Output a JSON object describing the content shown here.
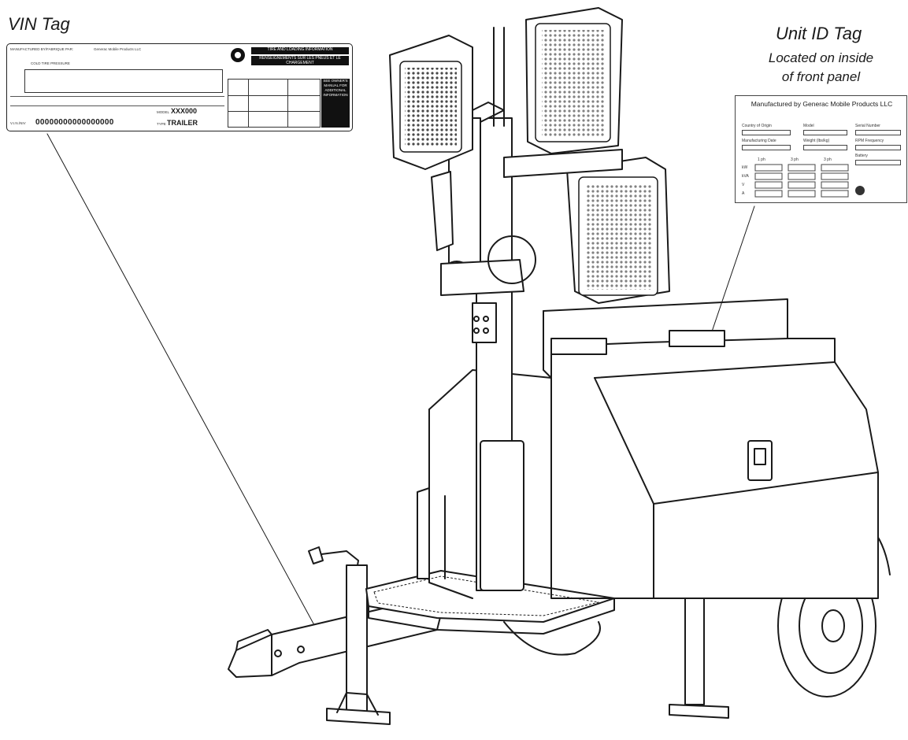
{
  "vin_tag": {
    "title": "VIN Tag",
    "header_left_line1": "MANUFACTURED BY/FABRIQUE PAR:",
    "manufacturer": "Generac Mobile Products LLC",
    "dark_header": "TIRE AND LOADING INFORMATION",
    "dark_sub": "RENSEIGNEMENTS SUR LES PNEUS ET LE CHARGEMENT",
    "tire_label_right": "SEE OWNER'S MANUAL FOR ADDITIONAL INFORMATION",
    "cold_label": "COLD TIRE PRESSURE",
    "model_label": "MODEL",
    "model_value": "XXX000",
    "type_label": "TYPE",
    "type_value": "TRAILER",
    "vin_label": "V.I.N./NIV",
    "vin_value": "00000000000000000"
  },
  "unit_id_tag": {
    "title_line1": "Unit ID Tag",
    "title_line2": "Located on inside",
    "title_line3": "of front panel",
    "manufacturer": "Manufactured by Generac Mobile Products LLC",
    "fields_row1": [
      "Country of Origin",
      "Model",
      "Serial Number"
    ],
    "fields_row2": [
      "Manufacturing Date",
      "Weight (lbs/kg)",
      "RPM Frequency"
    ],
    "battery_label": "Battery",
    "phase_headers": [
      "1 ph",
      "3 ph",
      "3 ph"
    ],
    "row_labels": [
      "kW",
      "kVA",
      "V",
      "A"
    ]
  },
  "colors": {
    "line": "#1a1a1a",
    "tag_dark": "#111111",
    "paper": "#ffffff"
  }
}
